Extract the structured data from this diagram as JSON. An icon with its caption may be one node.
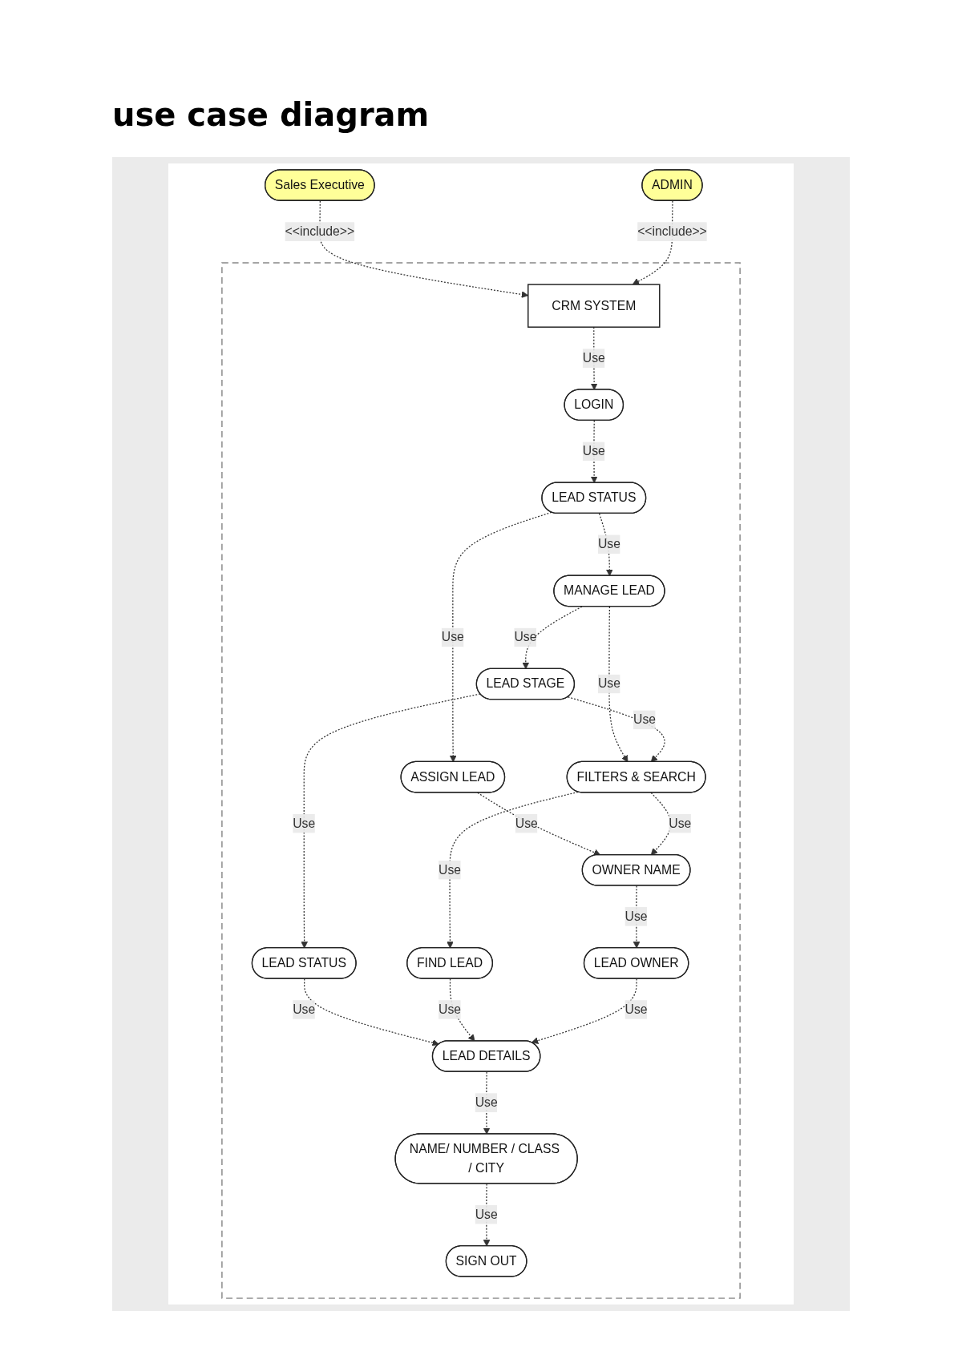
{
  "diagram": {
    "title": "use case diagram",
    "nodes": [
      {
        "text": [
          "Sales Executive"
        ]
      },
      {
        "text": [],
        "shape": "box"
      },
      {
        "text": [
          "CRM SYSTEM"
        ],
        "in": 1
      },
      {
        "text": [
          "LOGIN"
        ],
        "in": 1
      },
      {
        "text": [
          "LEAD STATUS"
        ],
        "in": 1
      },
      {
        "text": [
          "MANAGE LEAD"
        ],
        "in": 1
      },
      {
        "text": [
          "ASSIGN LEAD"
        ],
        "in": 1
      },
      {
        "text": [
          "LEAD STAGE"
        ],
        "in": 1
      },
      {
        "text": [
          "FILTERS & SEARCH"
        ],
        "in": 1
      },
      {
        "text": [
          "OWNER NAME"
        ],
        "in": 1
      },
      {
        "text": [
          "LEAD STATUS"
        ],
        "in": 1
      },
      {
        "text": [
          "FIND LEAD"
        ],
        "in": 1
      },
      {
        "text": [
          "LEAD OWNER"
        ],
        "in": 1
      },
      {
        "text": [
          "LEAD DETAILS"
        ],
        "in": 1
      },
      {
        "text": [
          "NAME/ NUMBER / CLASS / CITY"
        ],
        "in": 1
      },
      {
        "text": [
          "SIGN OUT"
        ],
        "in": 1
      },
      {
        "text": [
          "ADMIN"
        ]
      }
    ],
    "edges": [
      {
        "from": 0,
        "to": 2,
        "arrow": "to",
        "label": "<<include>>",
        "style": "dashed"
      },
      {
        "from": 16,
        "to": 2,
        "arrow": "to",
        "label": "<<include>>",
        "style": "dashed"
      },
      {
        "from": 2,
        "to": 3,
        "arrow": "to",
        "label": "Use",
        "style": "dashed"
      },
      {
        "from": 3,
        "to": 4,
        "arrow": "to",
        "label": "Use",
        "style": "dashed"
      },
      {
        "from": 4,
        "to": 5,
        "arrow": "to",
        "label": "Use",
        "style": "dashed"
      },
      {
        "from": 4,
        "to": 6,
        "arrow": "to",
        "label": "Use",
        "style": "dashed"
      },
      {
        "from": 5,
        "to": 7,
        "arrow": "to",
        "label": "Use",
        "style": "dashed"
      },
      {
        "from": 5,
        "to": 8,
        "arrow": "to",
        "label": "Use",
        "style": "dashed"
      },
      {
        "from": 6,
        "to": 9,
        "arrow": "to",
        "label": "Use",
        "style": "dashed"
      },
      {
        "from": 7,
        "to": 8,
        "arrow": "to",
        "label": "Use",
        "style": "dashed"
      },
      {
        "from": 8,
        "to": 9,
        "arrow": "to",
        "label": "Use",
        "style": "dashed"
      },
      {
        "from": 7,
        "to": 10,
        "arrow": "to",
        "label": "Use",
        "style": "dashed"
      },
      {
        "from": 8,
        "to": 11,
        "arrow": "to",
        "label": "Use",
        "style": "dashed"
      },
      {
        "from": 9,
        "to": 12,
        "arrow": "to",
        "label": "Use",
        "style": "dashed"
      },
      {
        "from": 10,
        "to": 13,
        "arrow": "to",
        "label": "Use",
        "style": "dashed"
      },
      {
        "from": 11,
        "to": 13,
        "arrow": "to",
        "label": "Use",
        "style": "dashed"
      },
      {
        "from": 12,
        "to": 13,
        "arrow": "to",
        "label": "Use",
        "style": "dashed"
      },
      {
        "from": 13,
        "to": 14,
        "arrow": "to",
        "label": "Use",
        "style": "dashed"
      },
      {
        "from": 14,
        "to": 15,
        "arrow": "to",
        "label": "Use",
        "style": "dashed"
      }
    ]
  }
}
